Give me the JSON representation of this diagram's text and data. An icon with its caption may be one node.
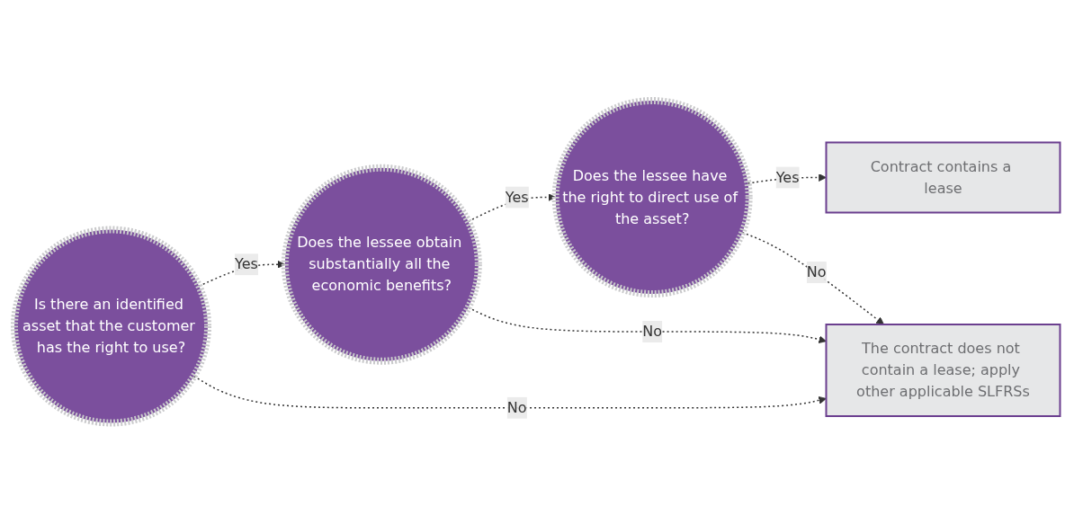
{
  "diagram": {
    "nodes": [
      {
        "text": [
          "Is there an identified asset that the customer has the right to use?"
        ]
      },
      {
        "text": [
          "Does the lessee obtain substantially all the economic benefits?"
        ]
      },
      {
        "text": [
          "Does the lessee have the right to direct use of the asset?"
        ]
      },
      {
        "text": [
          "Contract contains a lease"
        ]
      },
      {
        "text": [
          "The contract does not contain a lease; apply other applicable SLFRSs"
        ]
      }
    ],
    "edges": [
      {
        "from": 0,
        "to": 1,
        "arrow": "to",
        "label": "Yes",
        "style": "dashed"
      },
      {
        "from": 1,
        "to": 2,
        "arrow": "to",
        "label": "Yes",
        "style": "dashed"
      },
      {
        "from": 2,
        "to": 3,
        "arrow": "to",
        "label": "Yes",
        "style": "dashed"
      },
      {
        "from": 0,
        "to": 4,
        "arrow": "to",
        "label": "No",
        "style": "dashed"
      },
      {
        "from": 1,
        "to": 4,
        "arrow": "to",
        "label": "No",
        "style": "dashed"
      },
      {
        "from": 2,
        "to": 4,
        "arrow": "to",
        "label": "No",
        "style": "dashed"
      }
    ]
  }
}
